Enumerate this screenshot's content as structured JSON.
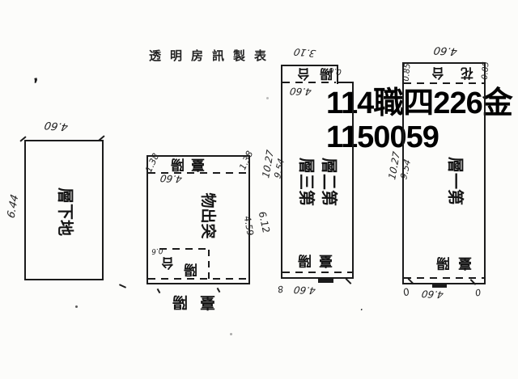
{
  "page": {
    "title": "透明房訊製表",
    "corner_mark": ",",
    "stamp_line1": "114職四226金",
    "stamp_line2": "1150059"
  },
  "basement": {
    "name": "地下層",
    "width": "4.60",
    "depth": "6.44"
  },
  "roof": {
    "balcony": "陽臺",
    "balcony_dim_left": "1.38",
    "balcony_dim_right": "1.38",
    "width": "4.60",
    "body": "突出物",
    "inner_a": "台",
    "inner_b": "陽",
    "inner_dim": "0.6",
    "depth_inner": "4.59",
    "depth": "6.12",
    "front": "陽臺"
  },
  "floor32": {
    "col_left": "第三層",
    "col_right": "第二層",
    "balcony": "陽台",
    "balcony_width": "3.10",
    "notch_dim": "0.6",
    "width_top": "4.60",
    "depth": "10.27",
    "depth_inner": "9.54",
    "front": "陽臺",
    "width_bottom": "4.60",
    "mark_left": "8",
    "mark_dot": "."
  },
  "floor1": {
    "name": "第一層",
    "planter": "花台",
    "planter_dim_left": "0.85",
    "planter_dim_right": "0.85",
    "width_top": "4.60",
    "depth": "10.27",
    "depth_inner": "9.54",
    "front": "陽臺",
    "width_bottom": "4.60",
    "mark_left": "0",
    "mark_right": "0"
  }
}
